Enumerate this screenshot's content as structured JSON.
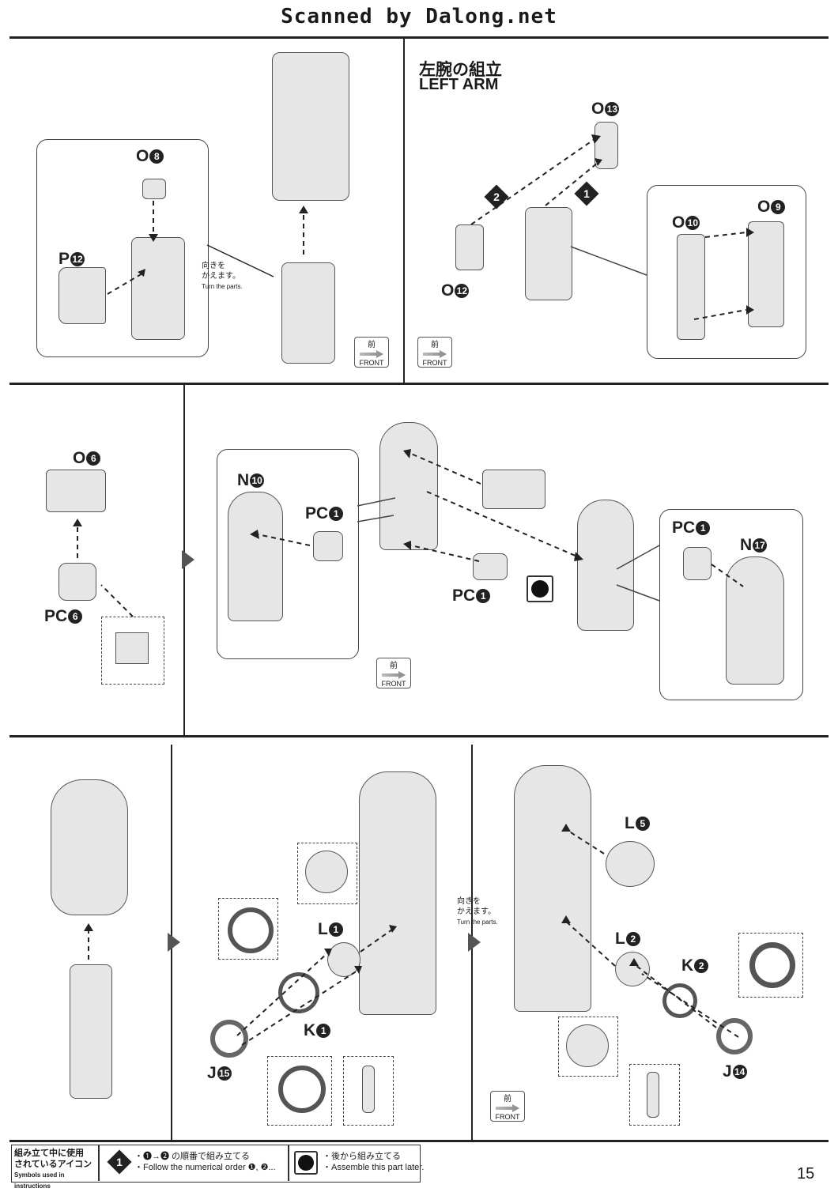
{
  "banner": "Scanned by Dalong.net",
  "sections": {
    "left_arm": {
      "title_jp": "左腕の組立",
      "title_en": "LEFT ARM"
    }
  },
  "parts": {
    "o8": {
      "letter": "O",
      "num": "8"
    },
    "p12": {
      "letter": "P",
      "num": "12"
    },
    "o13": {
      "letter": "O",
      "num": "13"
    },
    "o12": {
      "letter": "O",
      "num": "12"
    },
    "o10": {
      "letter": "O",
      "num": "10"
    },
    "o9": {
      "letter": "O",
      "num": "9"
    },
    "o6": {
      "letter": "O",
      "num": "6"
    },
    "pc6": {
      "letter": "PC",
      "num": "6"
    },
    "n10": {
      "letter": "N",
      "num": "10"
    },
    "pc1a": {
      "letter": "PC",
      "num": "1"
    },
    "pc1b": {
      "letter": "PC",
      "num": "1"
    },
    "pc1c": {
      "letter": "PC",
      "num": "1"
    },
    "n17": {
      "letter": "N",
      "num": "17"
    },
    "l1": {
      "letter": "L",
      "num": "1"
    },
    "k1": {
      "letter": "K",
      "num": "1"
    },
    "j15": {
      "letter": "J",
      "num": "15"
    },
    "l5": {
      "letter": "L",
      "num": "5"
    },
    "l2": {
      "letter": "L",
      "num": "2"
    },
    "k2": {
      "letter": "K",
      "num": "2"
    },
    "j14": {
      "letter": "J",
      "num": "14"
    }
  },
  "steps": {
    "one": "1",
    "two": "2"
  },
  "turn_note": {
    "jp1": "向きを",
    "jp2": "かえます。",
    "en": "Turn the parts."
  },
  "front_badge": {
    "kanji": "前",
    "text": "FRONT"
  },
  "legend": {
    "title_jp1": "組み立て中に使用",
    "title_jp2": "されているアイコン",
    "title_en": "Symbols used in instructions",
    "icon1_num": "1",
    "icon1_jp": "・❶→❷ の順番で組み立てる",
    "icon1_en": "・Follow the numerical order ❶, ❷...",
    "icon2_jp": "・後から組み立てる",
    "icon2_en": "・Assemble this part later."
  },
  "page_number": "15"
}
